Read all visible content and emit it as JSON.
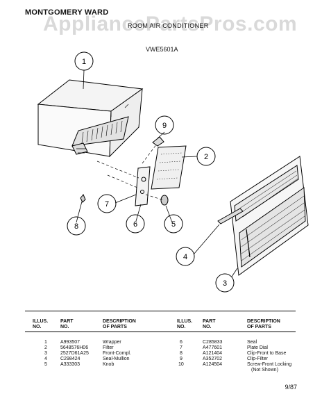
{
  "header": {
    "brand": "MONTGOMERY WARD",
    "watermark": "AppliancePartsPros.com",
    "subtitle": "ROOM AIR CONDITIONER",
    "model": "VWE5601A"
  },
  "callouts": [
    "1",
    "2",
    "3",
    "4",
    "5",
    "6",
    "7",
    "8",
    "9"
  ],
  "table": {
    "headers": {
      "illus": "ILLUS.\nNO.",
      "part": "PART\nNO.",
      "description": "DESCRIPTION\nOF PARTS"
    },
    "left_rows": [
      {
        "illus": "1",
        "part": "A993507",
        "description": "Wrapper"
      },
      {
        "illus": "2",
        "part": "5648576H06",
        "description": "Filter"
      },
      {
        "illus": "3",
        "part": "2527D61A25",
        "description": "Front-Compl."
      },
      {
        "illus": "4",
        "part": "C298424",
        "description": "Seal-Mullion"
      },
      {
        "illus": "5",
        "part": "A333303",
        "description": "Knob"
      }
    ],
    "right_rows": [
      {
        "illus": "6",
        "part": "C285833",
        "description": "Seal"
      },
      {
        "illus": "7",
        "part": "A477601",
        "description": "Plate Dial"
      },
      {
        "illus": "8",
        "part": "A121404",
        "description": "Clip-Front to Base"
      },
      {
        "illus": "9",
        "part": "A352702",
        "description": "Clip-Filter"
      },
      {
        "illus": "10",
        "part": "A124504",
        "description": "Screw-Front Locking"
      }
    ],
    "note": "(Not Shown)"
  },
  "footer": {
    "page": "9/87"
  }
}
